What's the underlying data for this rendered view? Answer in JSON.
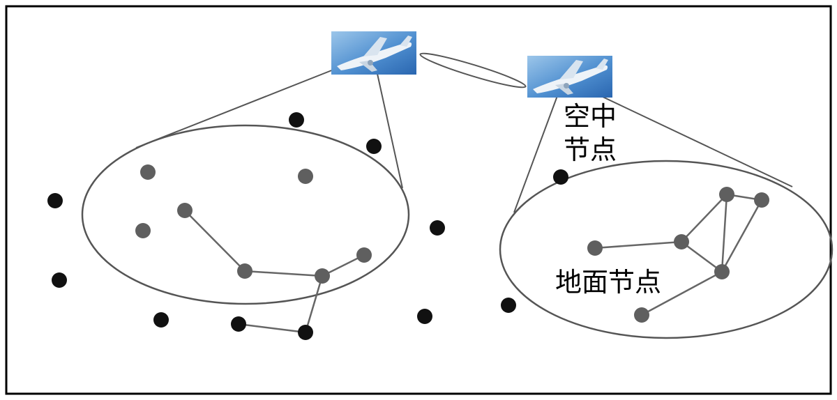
{
  "labels": {
    "air_line1": "空中",
    "air_line2": "节点",
    "ground": "地面节点"
  },
  "aircraft": [
    {
      "id": "aircraft-left",
      "icon": "airplane-icon"
    },
    {
      "id": "aircraft-right",
      "icon": "airplane-icon"
    }
  ],
  "node_types": {
    "ground_in_coverage": {
      "color": "#5f5f5f"
    },
    "ground_outside": {
      "color": "#111111"
    }
  },
  "colors": {
    "frame": "#000000",
    "ellipse": "#555555",
    "link": "#666666",
    "sky": "#3d7fc4"
  }
}
